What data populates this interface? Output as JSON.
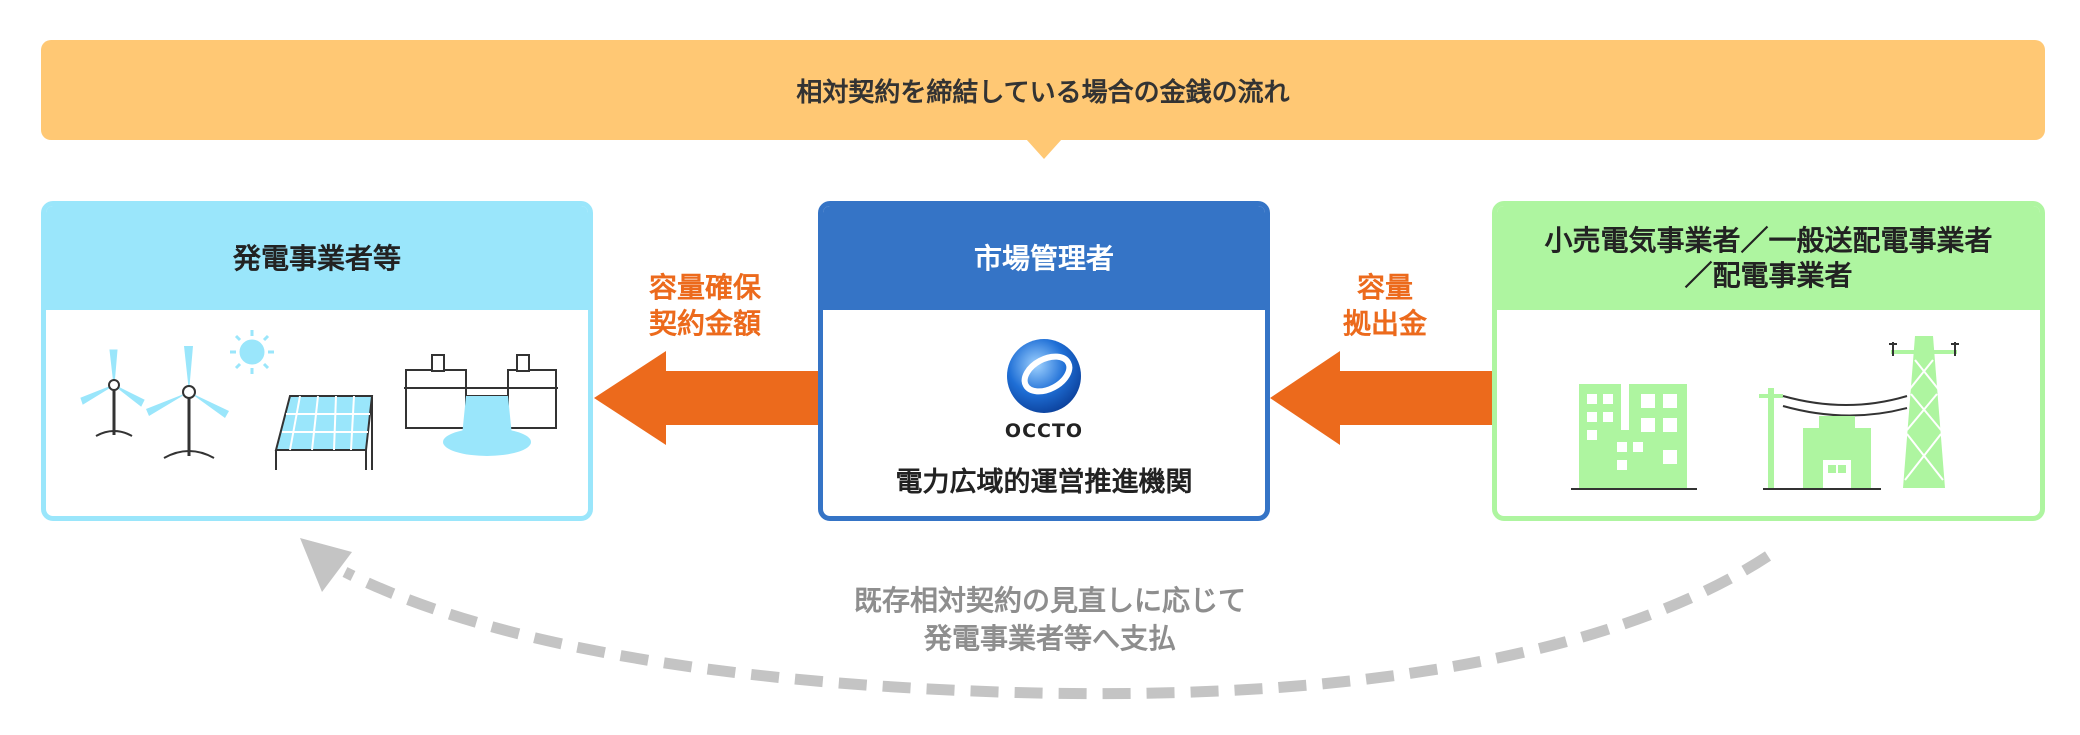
{
  "banner": {
    "title": "相対契約を締結している場合の金銭の流れ"
  },
  "generator": {
    "title": "発電事業者等"
  },
  "market": {
    "title": "市場管理者",
    "logo_text": "OCCTO",
    "org_name": "電力広域的運営推進機関"
  },
  "retailer": {
    "title_line1": "小売電気事業者／一般送配電事業者",
    "title_line2": "／配電事業者"
  },
  "flows": {
    "market_to_generator": {
      "line1": "容量確保",
      "line2": "契約金額"
    },
    "retailer_to_market": {
      "line1": "容量",
      "line2": "拠出金"
    }
  },
  "return_note": {
    "line1": "既存相対契約の見直しに応じて",
    "line2": "発電事業者等へ支払"
  },
  "colors": {
    "banner": "#ffc874",
    "generator": "#9ae6fb",
    "market": "#3574c6",
    "retailer": "#aef5a0",
    "flow_arrow": "#ec6a1c",
    "return_arrow": "#c4c4c4"
  },
  "icons": [
    "wind-turbine-icon",
    "wind-turbine-icon",
    "sun-icon",
    "solar-panel-icon",
    "hydro-dam-icon",
    "occto-logo-icon",
    "buildings-icon",
    "utility-pole-icon",
    "factory-icon",
    "transmission-tower-icon"
  ]
}
